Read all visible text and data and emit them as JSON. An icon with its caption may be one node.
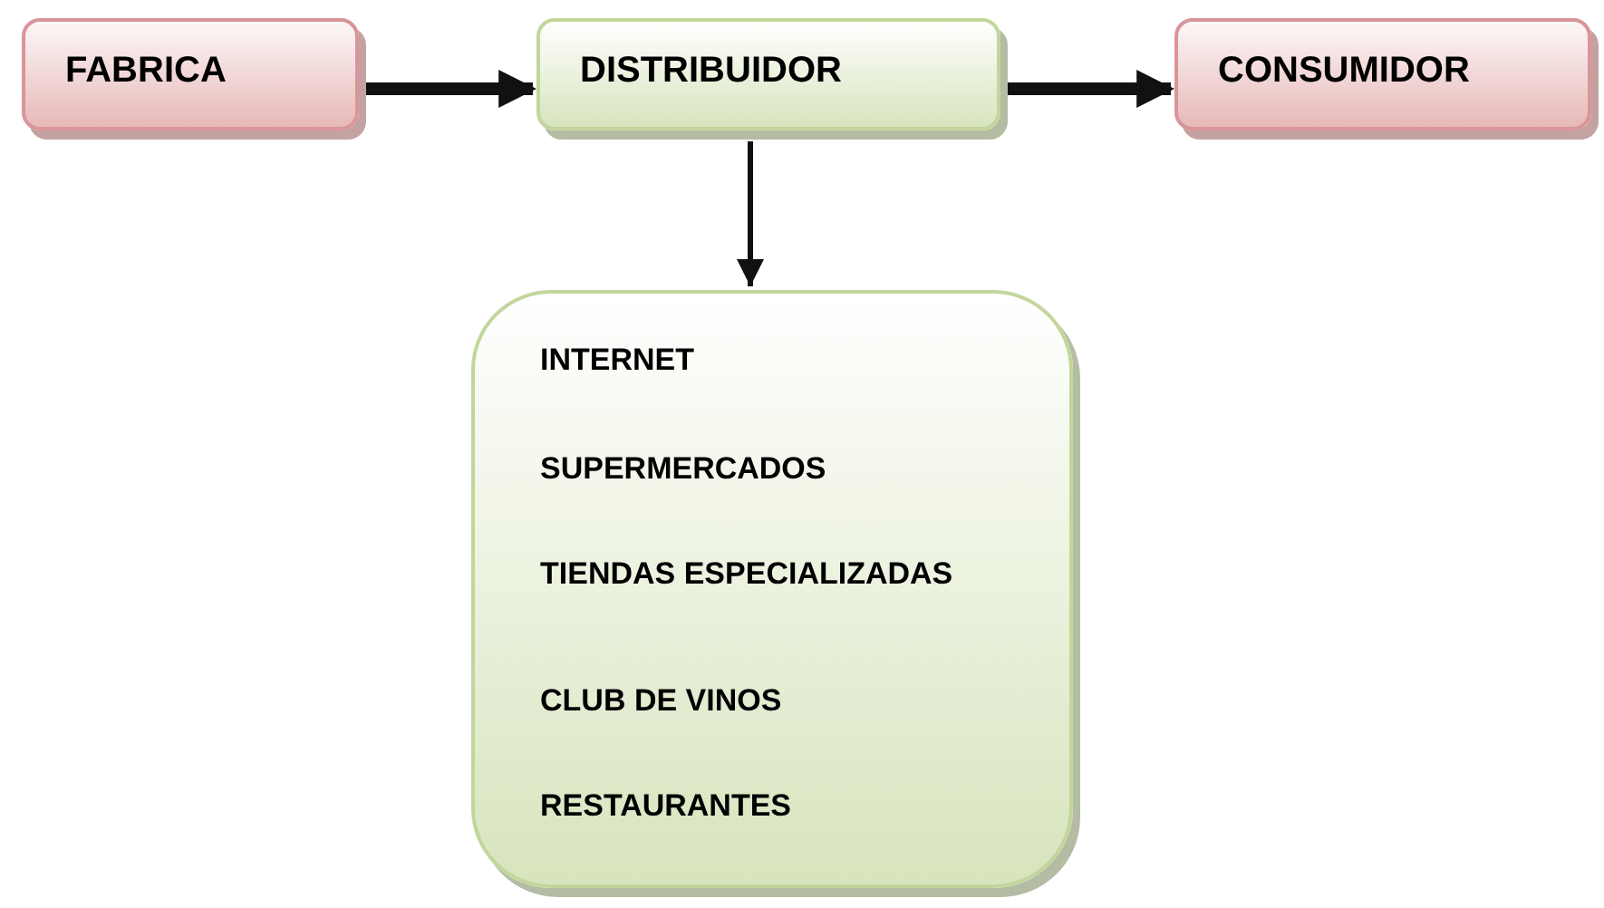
{
  "diagram": {
    "nodes": [
      {
        "text": [
          "FABRICA"
        ]
      },
      {
        "text": [
          "DISTRIBUIDOR"
        ]
      },
      {
        "text": [
          "CONSUMIDOR"
        ]
      },
      {
        "text": [
          "INTERNET",
          "SUPERMERCADOS",
          "TIENDAS ESPECIALIZADAS",
          "CLUB DE VINOS",
          "RESTAURANTES"
        ]
      }
    ],
    "edges": [
      {
        "from": 0,
        "to": 1,
        "arrow": "to"
      },
      {
        "from": 1,
        "to": 2,
        "arrow": "to"
      },
      {
        "from": 1,
        "to": 3,
        "arrow": "to"
      }
    ]
  }
}
